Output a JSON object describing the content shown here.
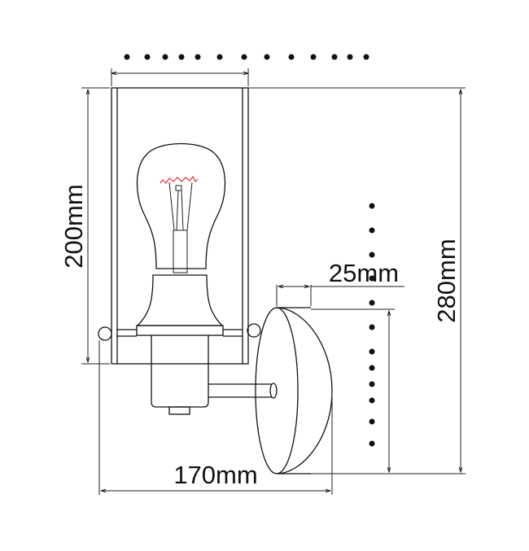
{
  "dimensions": {
    "height_shade": "200mm",
    "height_total": "280mm",
    "depth_plate": "25mm",
    "projection": "170mm"
  },
  "colors": {
    "line": "#111111",
    "filament": "#e0303a"
  }
}
